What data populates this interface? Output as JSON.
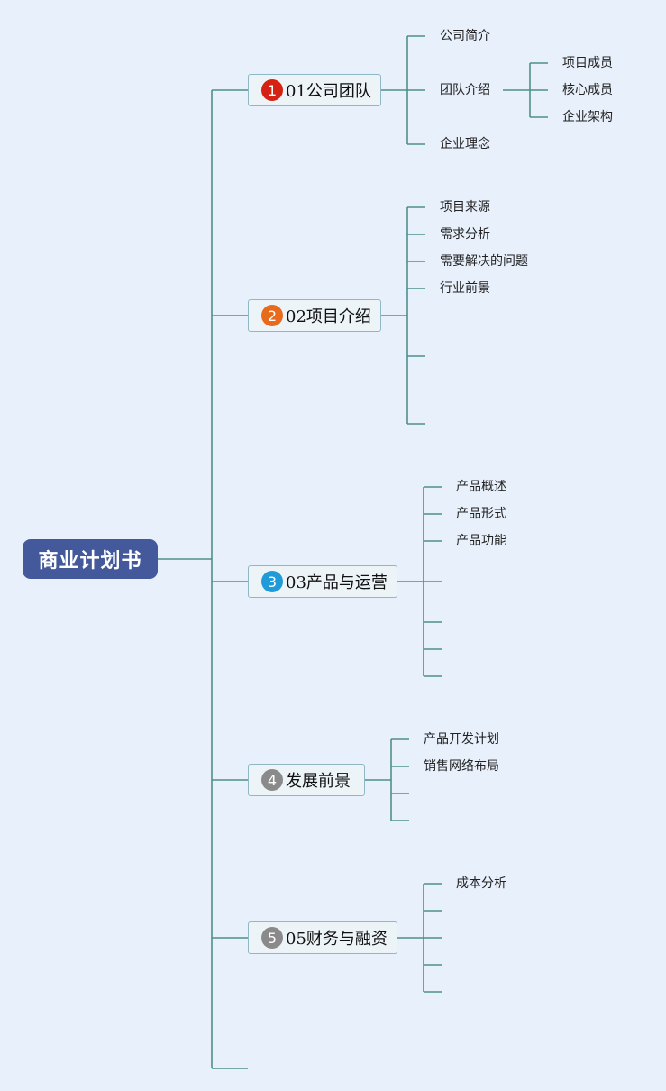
{
  "root": {
    "label": "商业计划书",
    "color": "#44599c"
  },
  "line_color": "#4e9089",
  "topics": [
    {
      "id": "t1",
      "badge": "1",
      "badge_color": "#d42213",
      "label": "01公司团队",
      "children": [
        {
          "id": "t1c1",
          "label": "公司简介"
        },
        {
          "id": "t1c2",
          "label": "团队介绍",
          "children": [
            {
              "id": "t1c2a",
              "label": "项目成员"
            },
            {
              "id": "t1c2b",
              "label": "核心成员"
            },
            {
              "id": "t1c2c",
              "label": "企业架构"
            }
          ]
        },
        {
          "id": "t1c3",
          "label": "企业理念"
        }
      ]
    },
    {
      "id": "t2",
      "badge": "2",
      "badge_color": "#e86a1c",
      "label": "02项目介绍",
      "children": [
        {
          "id": "t2c1",
          "label": "项目来源"
        },
        {
          "id": "t2c2",
          "label": "需求分析"
        },
        {
          "id": "t2c3",
          "label": "需要解决的问题"
        },
        {
          "id": "t2c4",
          "label": "行业前景"
        },
        {
          "id": "t2c5",
          "label": ""
        },
        {
          "id": "t2c6",
          "label": ""
        }
      ]
    },
    {
      "id": "t3",
      "badge": "3",
      "badge_color": "#1f9bd9",
      "label": "03产品与运营",
      "children": [
        {
          "id": "t3c1",
          "label": "产品概述"
        },
        {
          "id": "t3c2",
          "label": "产品形式"
        },
        {
          "id": "t3c3",
          "label": "产品功能"
        },
        {
          "id": "t3c4",
          "label": ""
        },
        {
          "id": "t3c5",
          "label": ""
        },
        {
          "id": "t3c6",
          "label": ""
        },
        {
          "id": "t3c7",
          "label": ""
        }
      ]
    },
    {
      "id": "t4",
      "badge": "4",
      "badge_color": "#8a8a8a",
      "label": "发展前景",
      "children": [
        {
          "id": "t4c1",
          "label": "产品开发计划"
        },
        {
          "id": "t4c2",
          "label": "销售网络布局"
        },
        {
          "id": "t4c3",
          "label": ""
        },
        {
          "id": "t4c4",
          "label": ""
        }
      ]
    },
    {
      "id": "t5",
      "badge": "5",
      "badge_color": "#8a8a8a",
      "label": "05财务与融资",
      "children": [
        {
          "id": "t5c1",
          "label": "成本分析"
        },
        {
          "id": "t5c2",
          "label": ""
        },
        {
          "id": "t5c3",
          "label": ""
        },
        {
          "id": "t5c4",
          "label": ""
        },
        {
          "id": "t5c5",
          "label": ""
        }
      ]
    }
  ]
}
